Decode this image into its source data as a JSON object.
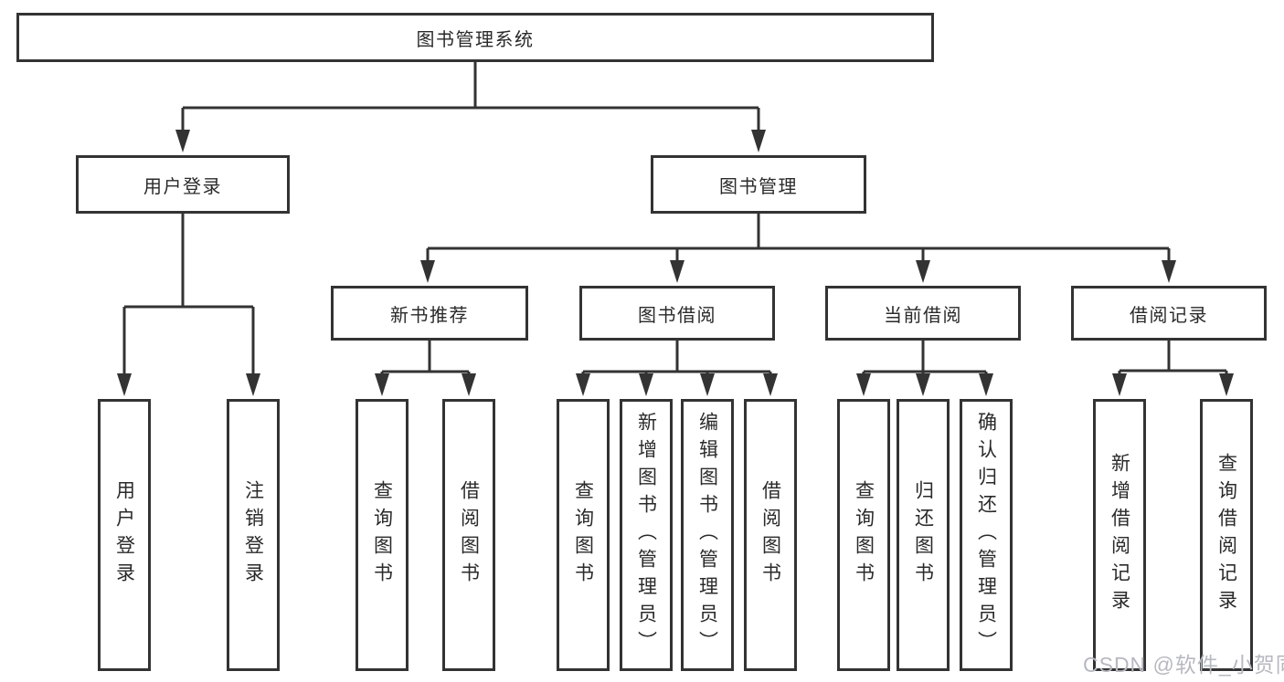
{
  "diagram": {
    "tree": {
      "root": {
        "label": "图书管理系统"
      },
      "children": [
        {
          "label": "用户登录",
          "children": [
            {
              "label": "用户登录"
            },
            {
              "label": "注销登录"
            }
          ]
        },
        {
          "label": "图书管理",
          "children": [
            {
              "label": "新书推荐",
              "children": [
                {
                  "label": "查询图书"
                },
                {
                  "label": "借阅图书"
                }
              ]
            },
            {
              "label": "图书借阅",
              "children": [
                {
                  "label": "查询图书"
                },
                {
                  "label": "新增图书（管理员）"
                },
                {
                  "label": "编辑图书（管理员）"
                },
                {
                  "label": "借阅图书"
                }
              ]
            },
            {
              "label": "当前借阅",
              "children": [
                {
                  "label": "查询图书"
                },
                {
                  "label": "归还图书"
                },
                {
                  "label": "确认归还（管理员）"
                }
              ]
            },
            {
              "label": "借阅记录",
              "children": [
                {
                  "label": "新增借阅记录"
                },
                {
                  "label": "查询借阅记录"
                }
              ]
            }
          ]
        }
      ]
    },
    "colors": {
      "line": "#333333",
      "box_border": "#333333",
      "text": "#2a2a2a",
      "watermark": "#b6b9c0",
      "background": "#ffffff"
    }
  },
  "watermark": {
    "text": "CSDN @软件_小贺同学"
  }
}
